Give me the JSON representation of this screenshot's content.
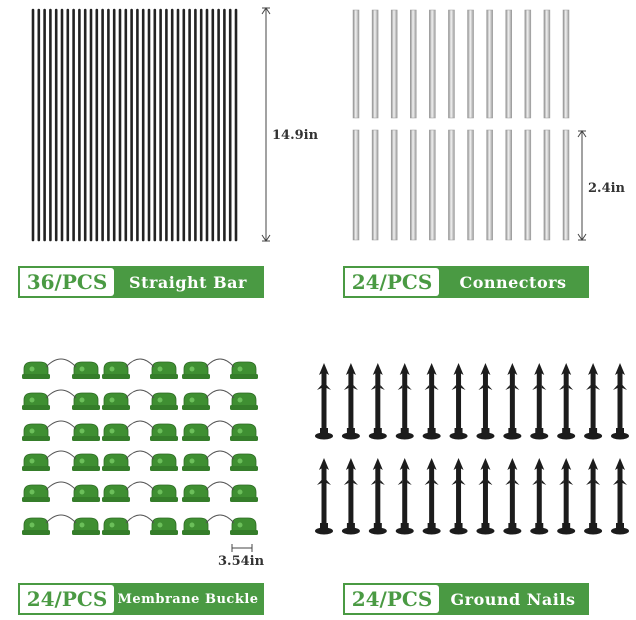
{
  "panels": [
    {
      "count": "36/PCS",
      "name": "Straight Bar",
      "dimension": "14.9in",
      "icon": "black-rods"
    },
    {
      "count": "24/PCS",
      "name": "Connectors",
      "dimension": "2.4in",
      "icon": "metal-tubes"
    },
    {
      "count": "24/PCS",
      "name": "Membrane Buckle",
      "dimension": "3.54in",
      "icon": "green-clips"
    },
    {
      "count": "24/PCS",
      "name": "Ground Nails",
      "icon": "black-stakes"
    }
  ],
  "colors": {
    "accent": "#4a9a43",
    "rod": "#222222",
    "tube": "#b9b9b9",
    "clip": "#3f8f32",
    "stake": "#1c1c1c"
  }
}
